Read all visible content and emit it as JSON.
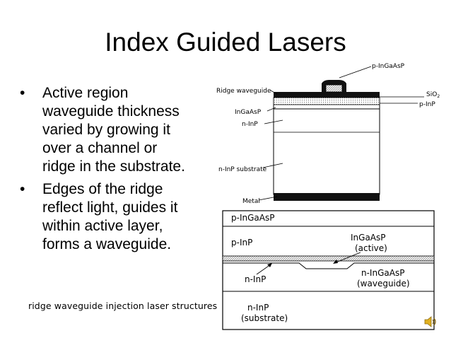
{
  "slide": {
    "title": "Index Guided Lasers",
    "bullets": [
      {
        "lines": [
          "Active region",
          "waveguide thickness",
          "varied by growing it",
          "over a channel or",
          "ridge in the substrate."
        ]
      },
      {
        "lines": [
          "Edges of the ridge",
          "reflect light, guides it",
          "within active layer,",
          "forms a waveguide."
        ]
      }
    ],
    "bullet_glyph": "•",
    "caption": "ridge waveguide injection laser structures"
  },
  "figure_top": {
    "labels": {
      "p_ingaasp": "p-InGaAsP",
      "ridge_waveguide": "Ridge waveguide",
      "sio2": "SiO",
      "sio2_sub": "2",
      "p_inp": "p-InP",
      "ingaasp": "InGaAsP",
      "n_inp": "n-InP",
      "n_inp_substrate": "n-InP substrate",
      "metal": "Metal"
    }
  },
  "figure_bottom": {
    "labels": {
      "p_ingaasp": "p-InGaAsP",
      "p_inp": "p-InP",
      "ingaasp": "InGaAsP",
      "active": "(active)",
      "n_ingaasp": "n-InGaAsP",
      "waveguide": "(waveguide)",
      "n_inp": "n-InP",
      "n_inp_sub": "n-InP",
      "substrate": "(substrate)"
    }
  },
  "icons": {
    "speaker": "speaker-icon"
  }
}
